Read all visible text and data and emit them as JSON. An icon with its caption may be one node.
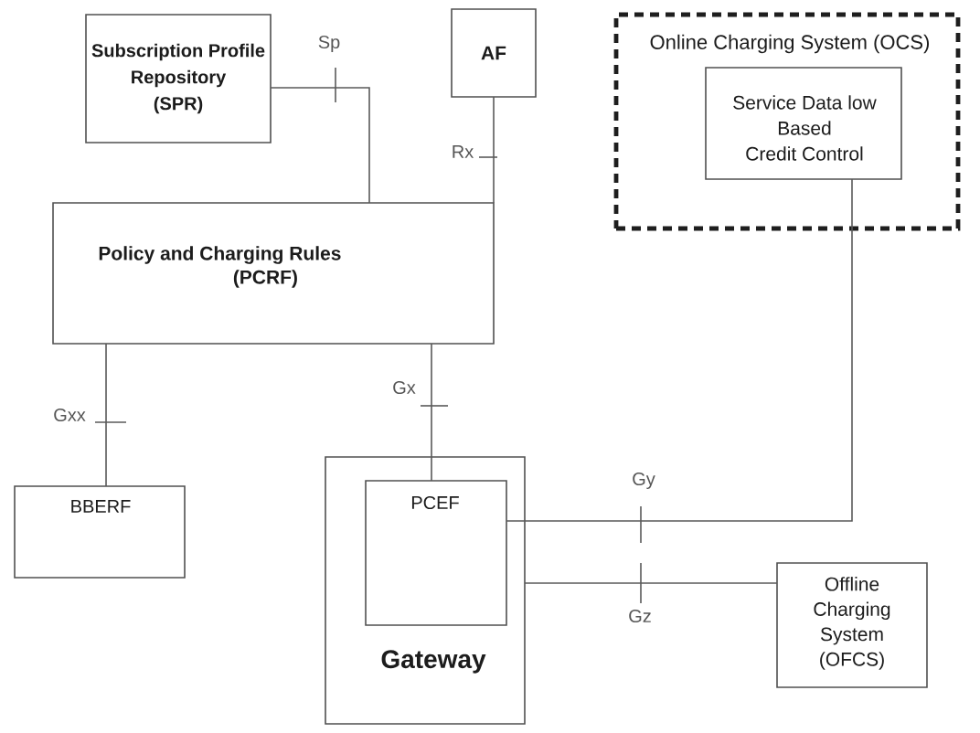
{
  "diagram": {
    "nodes": [
      {
        "text": [
          "Subscription Profile Repository (SPR)"
        ]
      },
      {
        "text": [
          "AF"
        ]
      },
      {
        "text": [
          "Online Charging System (OCS)"
        ]
      },
      {
        "text": [
          "Service Data low Based Credit Control"
        ],
        "in": 2
      },
      {
        "text": [
          "Policy and Charging Rules (PCRF)"
        ]
      },
      {
        "text": [
          "BBERF"
        ]
      },
      {
        "text": [
          "Gateway"
        ]
      },
      {
        "text": [
          "PCEF"
        ],
        "in": 6
      },
      {
        "text": [
          "Offline Charging System (OFCS)"
        ]
      }
    ],
    "edges": [
      {
        "from": 0,
        "to": 4,
        "arrow": "none",
        "label": "Sp"
      },
      {
        "from": 1,
        "to": 4,
        "arrow": "none",
        "label": "Rx"
      },
      {
        "from": 4,
        "to": 5,
        "arrow": "none",
        "label": "Gxx"
      },
      {
        "from": 4,
        "to": 7,
        "arrow": "none",
        "label": "Gx"
      },
      {
        "from": 7,
        "to": 3,
        "arrow": "none",
        "label": "Gy"
      },
      {
        "from": 6,
        "to": 8,
        "arrow": "none",
        "label": "Gz"
      }
    ]
  }
}
